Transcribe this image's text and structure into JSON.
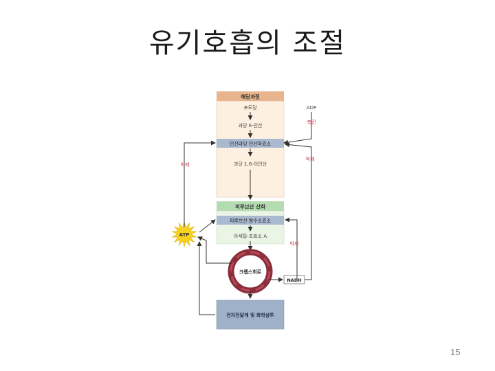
{
  "slide": {
    "title": "유기호흡의 조절",
    "page_number": "15"
  },
  "diagram": {
    "glycolysis": {
      "header": "해당과정",
      "steps": [
        "포도당",
        "과당 6-인산",
        "인산과당 인산화효소",
        "과당 1,6-이인산"
      ]
    },
    "pyruvate": {
      "header": "피루브산 산화",
      "steps": [
        "피루브산 탈수소효소",
        "아세틸-조효소 A"
      ]
    },
    "krebs_label": "크렙스회로",
    "etc_label": "전자전달계 및 화학삼투",
    "atp_label": "ATP",
    "nadh_label": "NADH",
    "adp_label": "ADP",
    "promote_label": "촉진",
    "inhibit_labels": [
      "억제",
      "억제",
      "억제"
    ],
    "colors": {
      "glycolysis_header": "#e8b48e",
      "glycolysis_body": "#fdf0e0",
      "pyruvate_header": "#b5dcb0",
      "pyruvate_body": "#eaf5e6",
      "enzyme_box": "#a9b9cf",
      "etc_box": "#9fb1c8",
      "krebs_ring": "#8c2d3a",
      "atp_star": "#f7d21e",
      "label_red": "#c8324a"
    }
  }
}
